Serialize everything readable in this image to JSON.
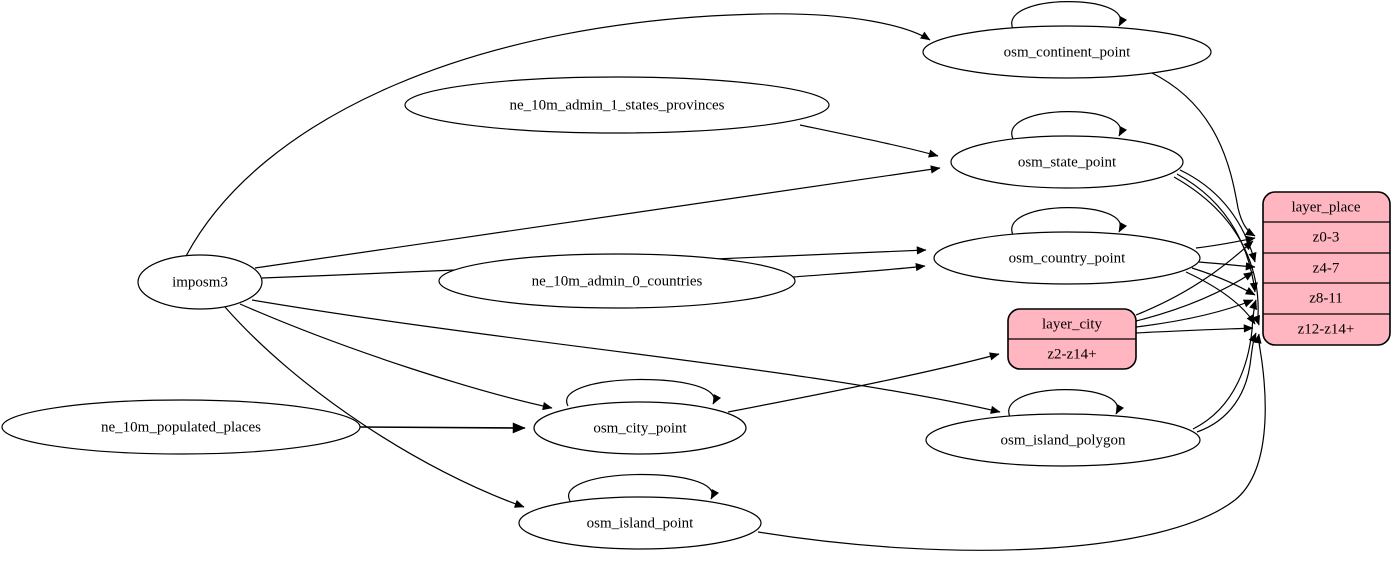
{
  "diagram": {
    "kind": "etl-graph",
    "colors": {
      "background": "#ffffff",
      "node_fill": "#ffffff",
      "node_stroke": "#000000",
      "edge": "#000000",
      "record_fill": "#ffb6c1"
    },
    "nodes": {
      "imposm3": "imposm3",
      "ne_admin1": "ne_10m_admin_1_states_provinces",
      "ne_admin0": "ne_10m_admin_0_countries",
      "ne_popplaces": "ne_10m_populated_places",
      "continent": "osm_continent_point",
      "state": "osm_state_point",
      "country": "osm_country_point",
      "city": "osm_city_point",
      "island_polygon": "osm_island_polygon",
      "island_point": "osm_island_point"
    },
    "records": {
      "layer_city": {
        "title": "layer_city",
        "rows": [
          "z2-z14+"
        ]
      },
      "layer_place": {
        "title": "layer_place",
        "rows": [
          "z0-3",
          "z4-7",
          "z8-11",
          "z12-z14+"
        ]
      }
    },
    "edges": [
      {
        "from": "imposm3",
        "to": "osm_continent_point"
      },
      {
        "from": "imposm3",
        "to": "osm_state_point"
      },
      {
        "from": "imposm3",
        "to": "osm_country_point"
      },
      {
        "from": "imposm3",
        "to": "osm_city_point"
      },
      {
        "from": "imposm3",
        "to": "osm_island_polygon"
      },
      {
        "from": "imposm3",
        "to": "osm_island_point"
      },
      {
        "from": "ne_10m_admin_1_states_provinces",
        "to": "osm_state_point"
      },
      {
        "from": "ne_10m_admin_0_countries",
        "to": "osm_country_point"
      },
      {
        "from": "ne_10m_populated_places",
        "to": "osm_city_point"
      },
      {
        "from": "osm_continent_point",
        "to": "osm_continent_point"
      },
      {
        "from": "osm_state_point",
        "to": "osm_state_point"
      },
      {
        "from": "osm_country_point",
        "to": "osm_country_point"
      },
      {
        "from": "osm_city_point",
        "to": "osm_city_point"
      },
      {
        "from": "osm_island_polygon",
        "to": "osm_island_polygon"
      },
      {
        "from": "osm_island_point",
        "to": "osm_island_point"
      },
      {
        "from": "osm_city_point",
        "to": "layer_city:z2-z14+"
      },
      {
        "from": "osm_continent_point",
        "to": "layer_place:z0-3"
      },
      {
        "from": "osm_country_point",
        "to": "layer_place:z0-3"
      },
      {
        "from": "osm_country_point",
        "to": "layer_place:z4-7"
      },
      {
        "from": "osm_country_point",
        "to": "layer_place:z8-11"
      },
      {
        "from": "osm_country_point",
        "to": "layer_place:z12-z14+"
      },
      {
        "from": "osm_state_point",
        "to": "layer_place:z4-7"
      },
      {
        "from": "osm_state_point",
        "to": "layer_place:z8-11"
      },
      {
        "from": "osm_state_point",
        "to": "layer_place:z12-z14+"
      },
      {
        "from": "layer_city",
        "to": "layer_place:z0-3"
      },
      {
        "from": "layer_city",
        "to": "layer_place:z4-7"
      },
      {
        "from": "layer_city",
        "to": "layer_place:z8-11"
      },
      {
        "from": "layer_city",
        "to": "layer_place:z12-z14+"
      },
      {
        "from": "osm_island_polygon",
        "to": "layer_place:z8-11"
      },
      {
        "from": "osm_island_polygon",
        "to": "layer_place:z12-z14+"
      },
      {
        "from": "osm_island_point",
        "to": "layer_place:z12-z14+"
      }
    ]
  }
}
